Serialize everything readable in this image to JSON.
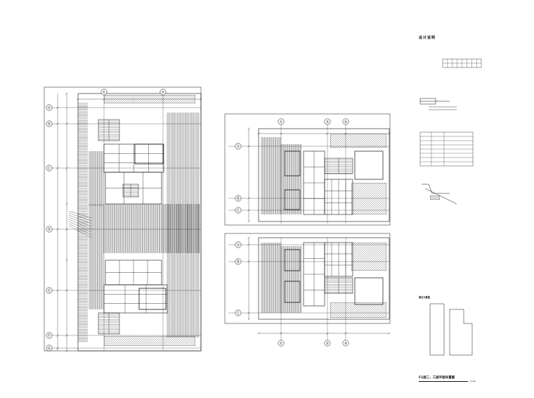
{
  "left_plan": {
    "col_axes": [
      "①",
      "②"
    ],
    "row_axes": [
      "Ⓐ",
      "Ⓑ",
      "Ⓒ",
      "Ⓓ",
      "Ⓔ",
      "Ⓕ",
      "Ⓖ"
    ]
  },
  "right_upper_plan": {
    "col_axes": [
      "①",
      "②",
      "③"
    ],
    "row_axes": [
      "Ⓐ",
      "Ⓑ",
      "Ⓒ"
    ]
  },
  "right_lower_plan": {
    "col_axes": [
      "①",
      "②",
      "③"
    ],
    "row_axes": [
      "Ⓐ",
      "Ⓑ",
      "Ⓒ"
    ]
  },
  "notes": {
    "title": "设计说明",
    "keyplan_label": "索引示意图"
  },
  "sheet": {
    "title": "F1层二、三层平面布置图",
    "scale": "1:100"
  },
  "colors": {
    "line": "#111111",
    "hatch": "#222222",
    "paper": "#ffffff"
  }
}
